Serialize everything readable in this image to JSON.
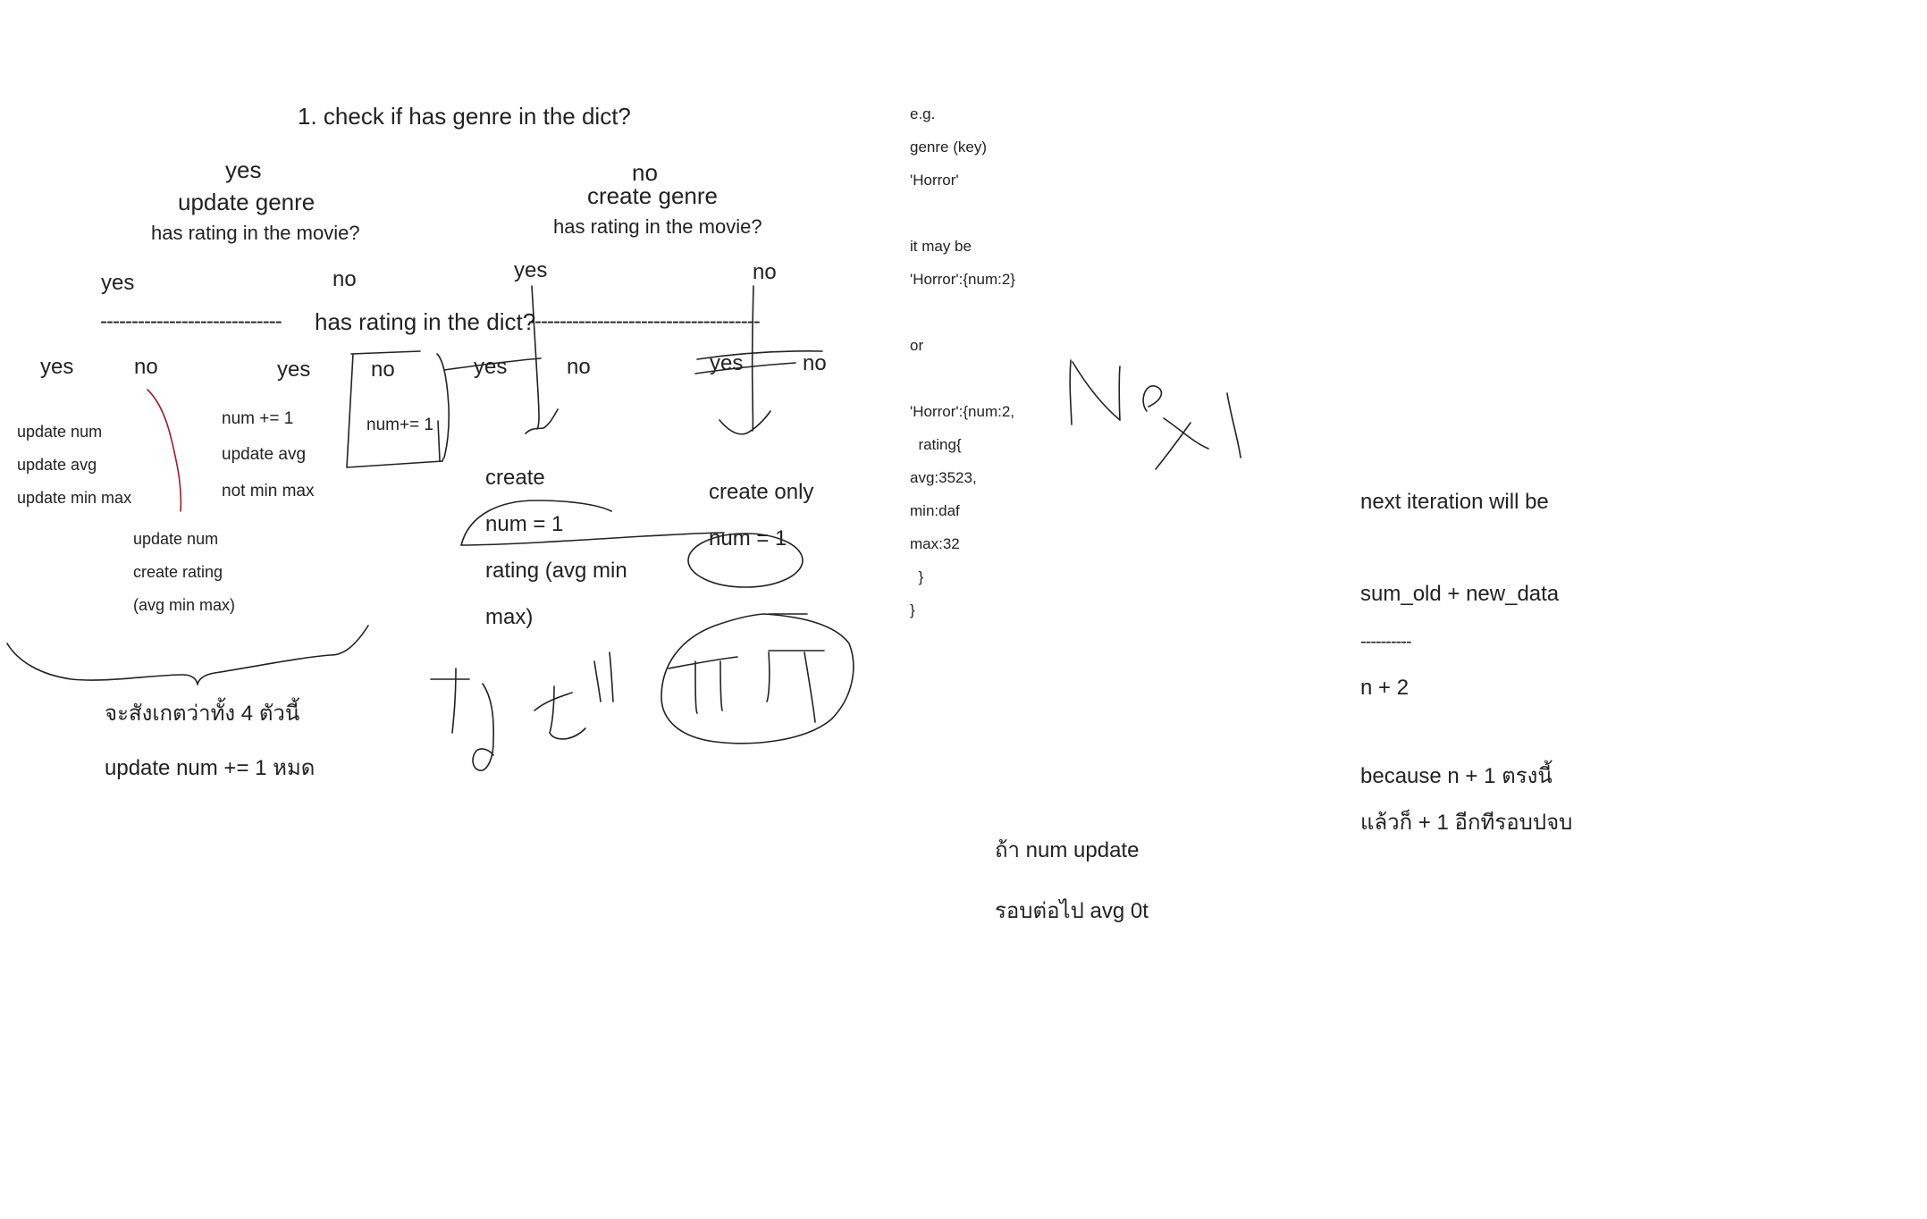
{
  "title": "1. check if has genre in the dict?",
  "left_branch": {
    "yes": "yes",
    "update_genre": "update genre",
    "question": "has rating in the movie?",
    "yes2": "yes",
    "no2": "no"
  },
  "right_branch": {
    "no": "no",
    "create_genre": "create genre",
    "question": "has rating in the movie?",
    "yes2": "yes",
    "no2": "no"
  },
  "dict_line": {
    "left_dashes": "-----------------------------",
    "label": "has rating in the dict?",
    "right_dashes": "-------------------------------------"
  },
  "row_labels": [
    "yes",
    "no",
    "yes",
    "no",
    "yes",
    "no",
    "yes",
    "no"
  ],
  "col1": [
    "update num",
    "update avg",
    "update min max"
  ],
  "col1b": [
    "update num",
    "create rating",
    "(avg min max)"
  ],
  "col2": [
    "num += 1",
    "update avg",
    "not min max"
  ],
  "col3": "num+= 1",
  "create_block": [
    "create",
    "num = 1",
    "rating (avg min",
    "max)"
  ],
  "create_only": [
    "create only",
    "num = 1"
  ],
  "thai_note": [
    "จะสังเกตว่าทั้ง 4 ตัวนี้",
    "update num += 1 หมด"
  ],
  "example": [
    "e.g.",
    "genre (key)",
    "'Horror'",
    "it may be",
    "'Horror':{num:2}",
    "or",
    "'Horror':{num:2,",
    "  rating{",
    "avg:3523,",
    "min:daf",
    "max:32",
    "  }",
    "}"
  ],
  "bottom_note": [
    "ถ้า num update",
    "รอบต่อไป avg 0t"
  ],
  "right_note": [
    "next iteration will be",
    "sum_old + new_data",
    "----------",
    "n + 2",
    "because n + 1 ตรงนี้",
    "แล้วก็ + 1 อีกทีรอบปจบ"
  ]
}
